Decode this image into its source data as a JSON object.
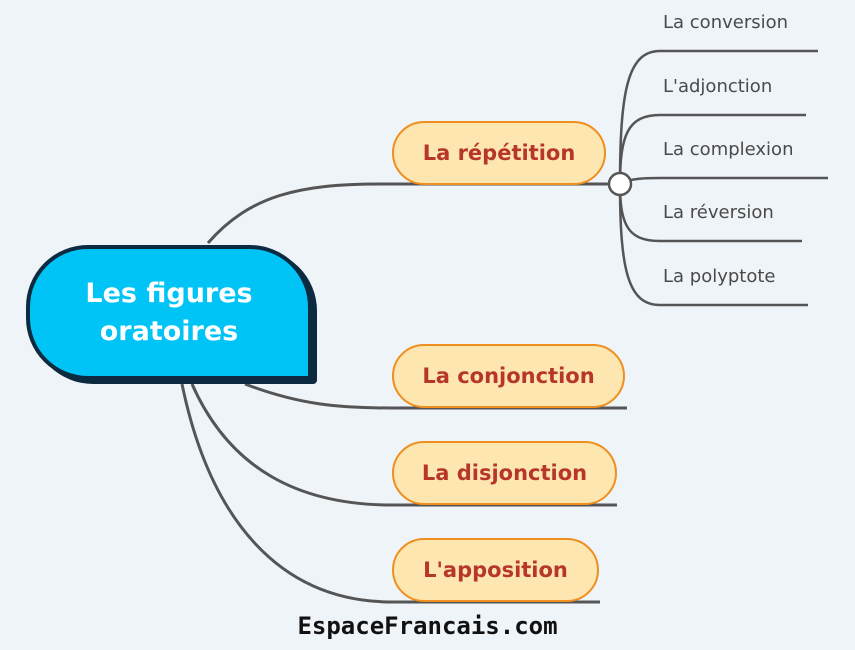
{
  "mindmap": {
    "central": "Les figures oratoires",
    "branches": [
      {
        "label": "La répétition"
      },
      {
        "label": "La conjonction"
      },
      {
        "label": "La disjonction"
      },
      {
        "label": "L'apposition"
      }
    ],
    "repetition_children": [
      "La conversion",
      "L'adjonction",
      "La complexion",
      "La réversion",
      "La polyptote"
    ]
  },
  "watermark": "EspaceFrancais.com",
  "colors": {
    "background": "#eff4f9",
    "central_fill": "#00c3f6",
    "central_border": "#0d2b40",
    "branch_fill": "#fde6b0",
    "branch_border": "#ef8f1f",
    "branch_text": "#b7362a",
    "connector": "#555555"
  }
}
